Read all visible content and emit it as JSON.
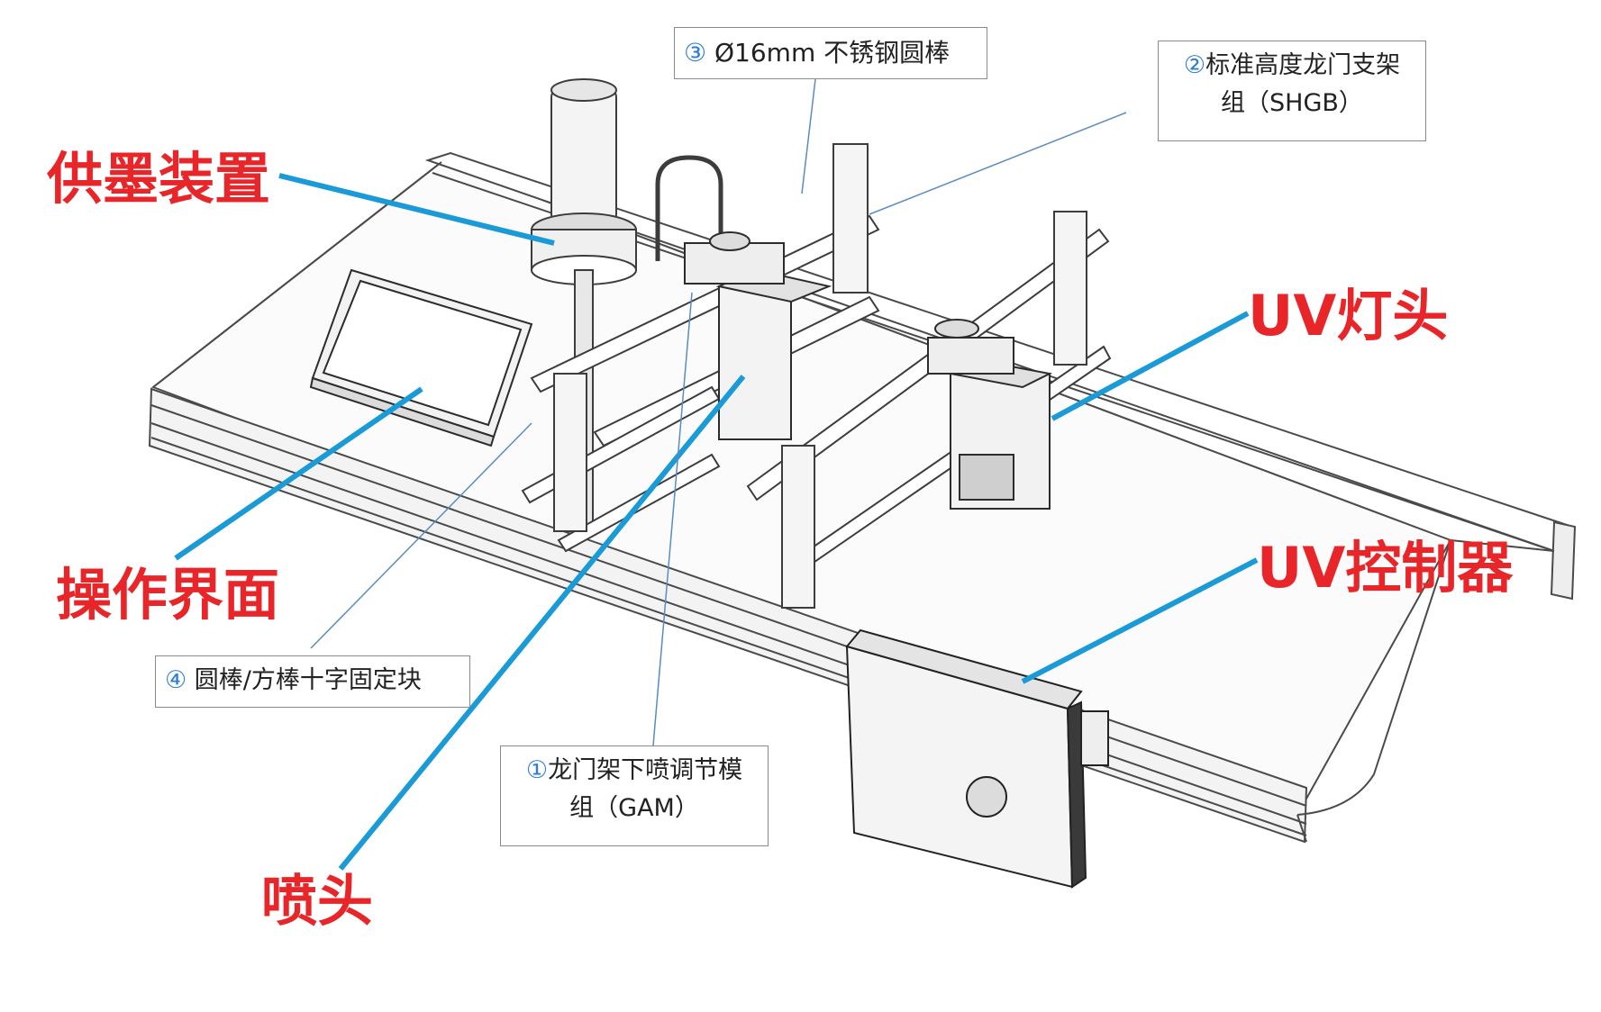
{
  "colors": {
    "callout_red": "#e8262a",
    "leader_blue": "#1a9ad6",
    "line_gray": "#4a4a4a",
    "box_border": "#8a8a8a"
  },
  "red_labels": {
    "ink_supply": "供墨装置",
    "operation_ui": "操作界面",
    "nozzle": "喷头",
    "uv_lamp": "UV灯头",
    "uv_controller": "UV控制器"
  },
  "boxes": {
    "rod": {
      "num": "③",
      "text": " Ø16mm 不锈钢圆棒"
    },
    "gantry": {
      "num": "②",
      "line1": "标准高度龙门支架",
      "line2": "组（SHGB）"
    },
    "cross_block": {
      "num": "④",
      "text": " 圆棒/方棒十字固定块"
    },
    "gam": {
      "num": "①",
      "line1": "龙门架下喷调节模",
      "line2": "组（GAM）"
    }
  }
}
